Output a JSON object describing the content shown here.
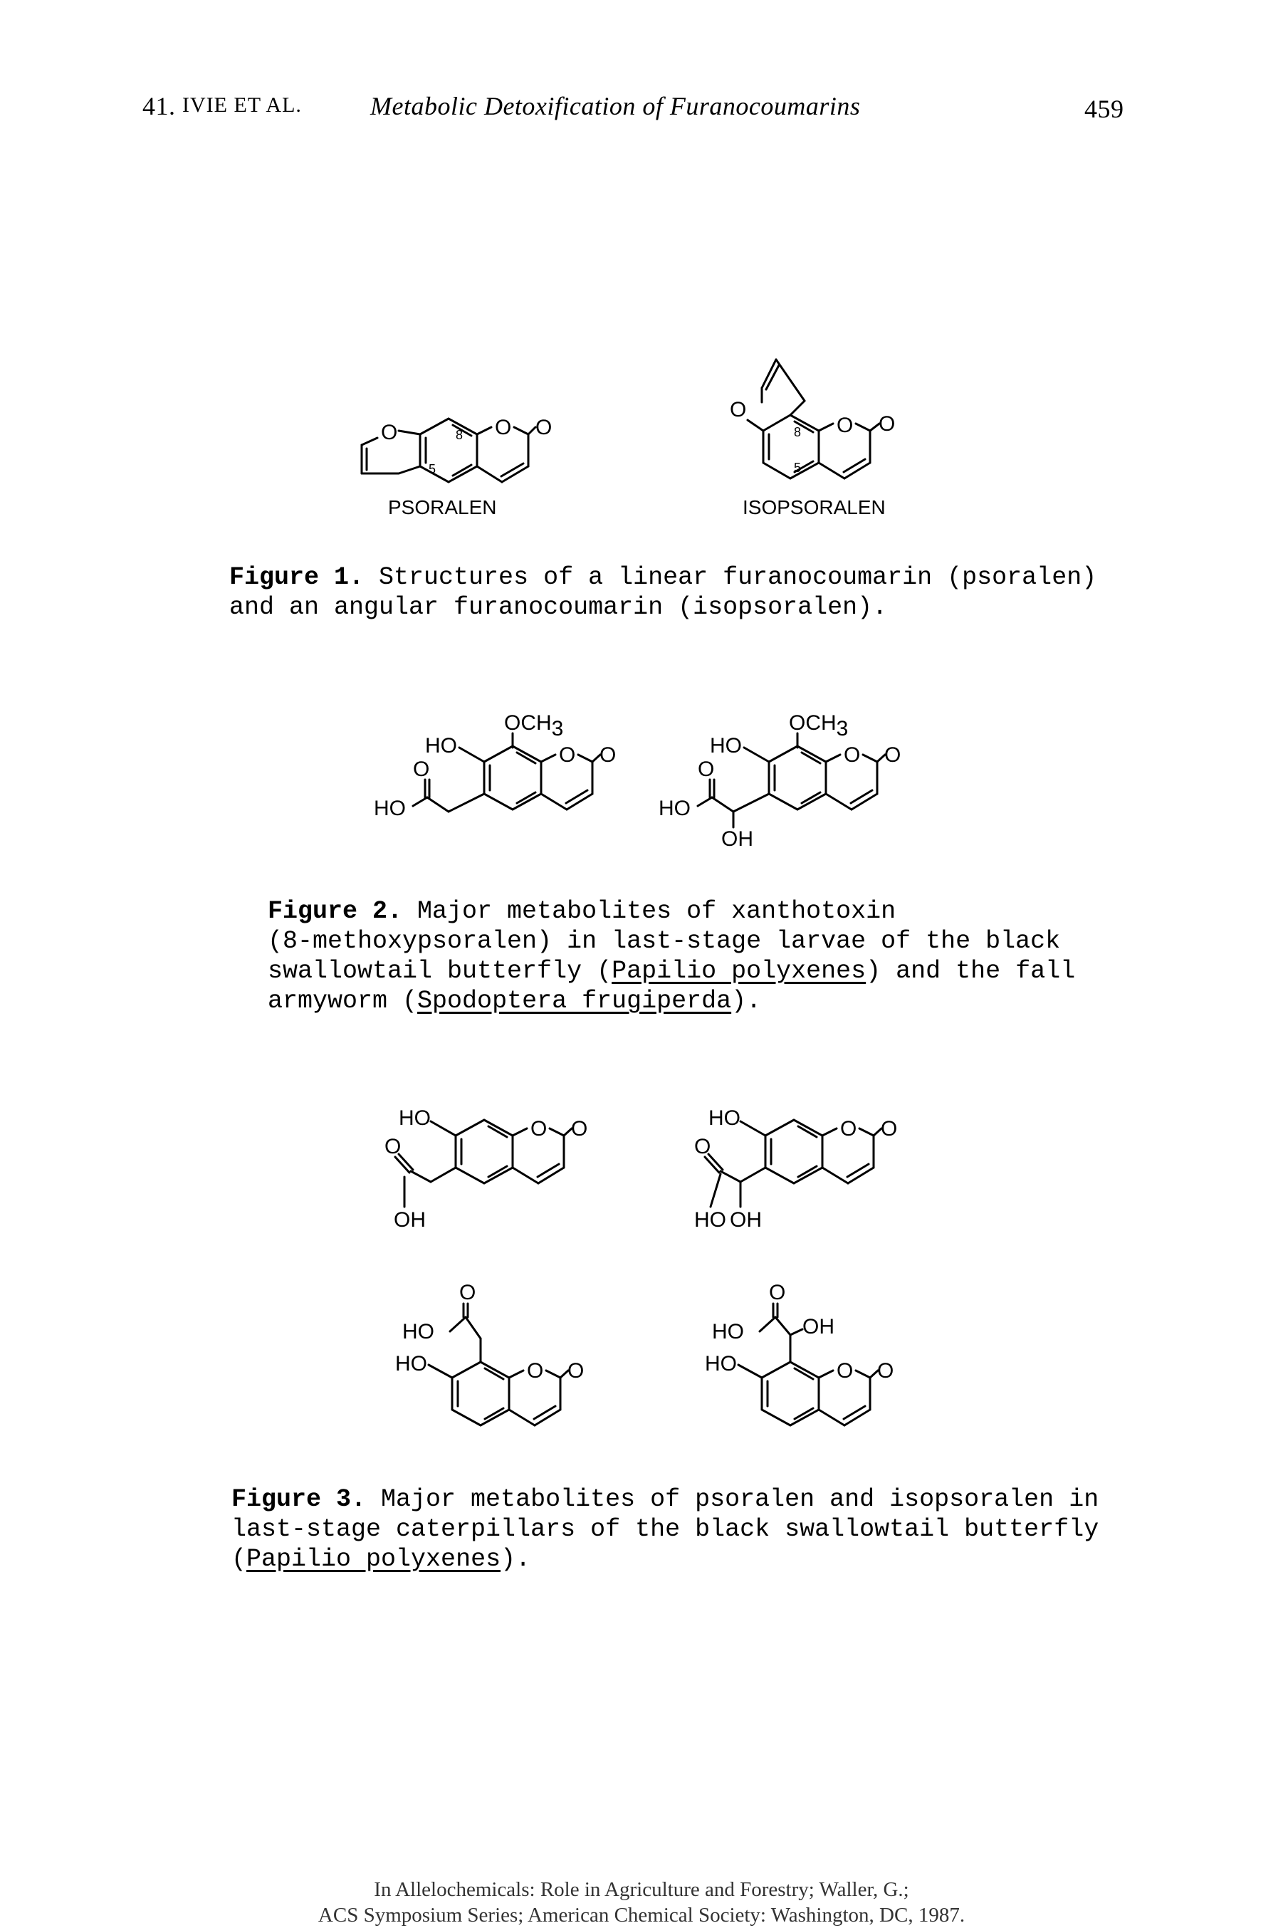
{
  "running_head": {
    "chapter": "41.",
    "authors": "IVIE ET AL.",
    "title": "Metabolic Detoxification of Furanocoumarins",
    "page": "459"
  },
  "figure1": {
    "labels": [
      "PSORALEN",
      "ISOPSORALEN"
    ],
    "caption_prefix": "Figure 1.",
    "caption_line1": " Structures of a linear furanocoumarin (psoralen)",
    "caption_line2": "and an angular furanocoumarin (isopsoralen)."
  },
  "figure2": {
    "caption_prefix": "Figure 2.",
    "caption_line1": " Major metabolites of xanthotoxin",
    "caption_line2": "(8-methoxypsoralen) in last-stage larvae of the black",
    "caption_line3a": "swallowtail butterfly (",
    "caption_line3b": "Papilio polyxenes",
    "caption_line3c": ") and the fall",
    "caption_line4a": "armyworm (",
    "caption_line4b": "Spodoptera frugiperda",
    "caption_line4c": ")."
  },
  "figure3": {
    "caption_prefix": "Figure 3.",
    "caption_line1": " Major metabolites of psoralen and isopsoralen in",
    "caption_line2": "last-stage caterpillars of the black swallowtail butterfly",
    "caption_line3a": "(",
    "caption_line3b": "Papilio polyxenes",
    "caption_line3c": ")."
  },
  "atoms": {
    "O": "O",
    "HO": "HO",
    "OH": "OH",
    "OCH": "OCH",
    "sub3": "3",
    "pos8": "8",
    "pos5": "5"
  },
  "footer": {
    "line1": "In Allelochemicals: Role in Agriculture and Forestry; Waller, G.;",
    "line2": "ACS Symposium Series; American Chemical Society: Washington, DC, 1987."
  }
}
